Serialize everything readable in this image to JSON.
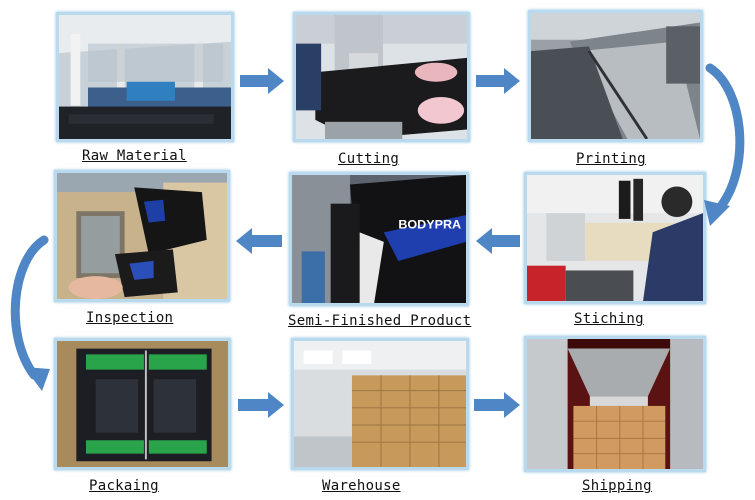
{
  "steps": [
    {
      "label": "Raw Material"
    },
    {
      "label": "Cutting"
    },
    {
      "label": "Printing"
    },
    {
      "label": "Stiching"
    },
    {
      "label": "Semi-Finished Product"
    },
    {
      "label": "Inspection"
    },
    {
      "label": "Packaing"
    },
    {
      "label": "Warehouse"
    },
    {
      "label": "Shipping"
    }
  ],
  "photo_text": {
    "brand": "BODYPRA"
  },
  "colors": {
    "frame": "#b9d9ee",
    "arrow": "#4f86c6",
    "arrow_dark": "#3b6fb0"
  }
}
